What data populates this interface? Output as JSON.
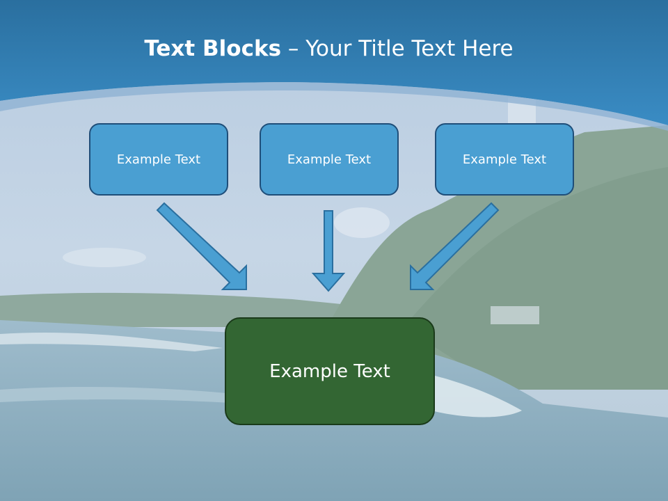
{
  "slide": {
    "title_bold": "Text Blocks",
    "title_dash": " – ",
    "title_rest": "Your Title Text Here"
  },
  "diagram": {
    "top_boxes": [
      {
        "label": "Example Text"
      },
      {
        "label": "Example Text"
      },
      {
        "label": "Example Text"
      }
    ],
    "bottom_box": {
      "label": "Example Text"
    }
  },
  "colors": {
    "header_blue": "#2f7fb8",
    "top_box_fill": "#4a9fd2",
    "top_box_border": "#1f4e79",
    "bottom_box_fill": "#336633",
    "arrow_fill": "#4a9fd2",
    "arrow_stroke": "#2a6f9f"
  }
}
